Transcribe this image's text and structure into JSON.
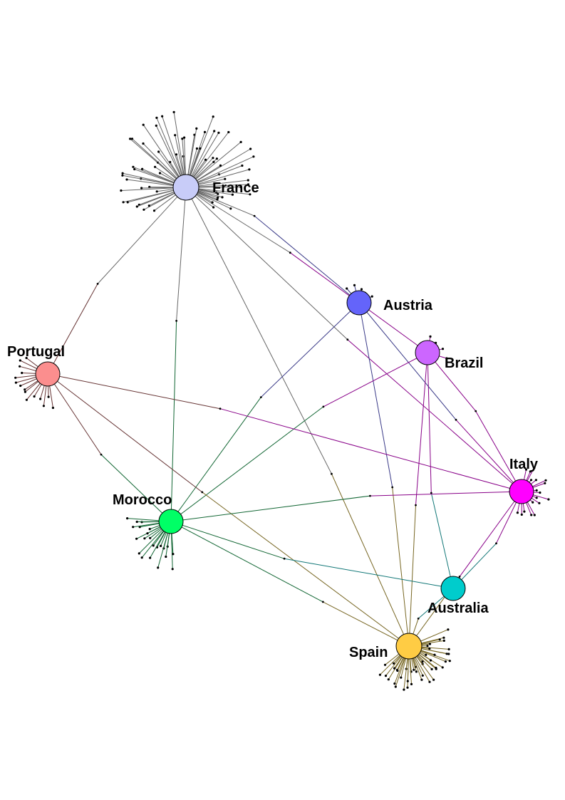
{
  "nodes": [
    {
      "id": "france",
      "label": "France",
      "color": "#c8ccf8"
    },
    {
      "id": "austria",
      "label": "Austria",
      "color": "#6464fa"
    },
    {
      "id": "brazil",
      "label": "Brazil",
      "color": "#cc66ff"
    },
    {
      "id": "portugal",
      "label": "Portugal",
      "color": "#fb8e8e"
    },
    {
      "id": "italy",
      "label": "Italy",
      "color": "#ff00ff"
    },
    {
      "id": "morocco",
      "label": "Morocco",
      "color": "#00ff66"
    },
    {
      "id": "australia",
      "label": "Australia",
      "color": "#00cccc"
    },
    {
      "id": "spain",
      "label": "Spain",
      "color": "#ffcc44"
    }
  ],
  "edge_colors": {
    "france": "#666666",
    "austria": "#3a3a88",
    "brazil": "#880088",
    "portugal": "#663333",
    "italy": "#880088",
    "morocco": "#116633",
    "australia": "#117777",
    "spain": "#776622"
  },
  "links": [
    [
      "france",
      "austria"
    ],
    [
      "france",
      "brazil"
    ],
    [
      "france",
      "italy"
    ],
    [
      "france",
      "portugal"
    ],
    [
      "france",
      "spain"
    ],
    [
      "france",
      "morocco"
    ],
    [
      "austria",
      "morocco"
    ],
    [
      "austria",
      "spain"
    ],
    [
      "austria",
      "italy"
    ],
    [
      "brazil",
      "morocco"
    ],
    [
      "brazil",
      "italy"
    ],
    [
      "brazil",
      "spain"
    ],
    [
      "brazil",
      "australia"
    ],
    [
      "portugal",
      "italy"
    ],
    [
      "portugal",
      "spain"
    ],
    [
      "portugal",
      "morocco"
    ],
    [
      "morocco",
      "italy"
    ],
    [
      "morocco",
      "spain"
    ],
    [
      "morocco",
      "australia"
    ],
    [
      "italy",
      "australia"
    ],
    [
      "italy",
      "spain"
    ],
    [
      "australia",
      "spain"
    ]
  ]
}
